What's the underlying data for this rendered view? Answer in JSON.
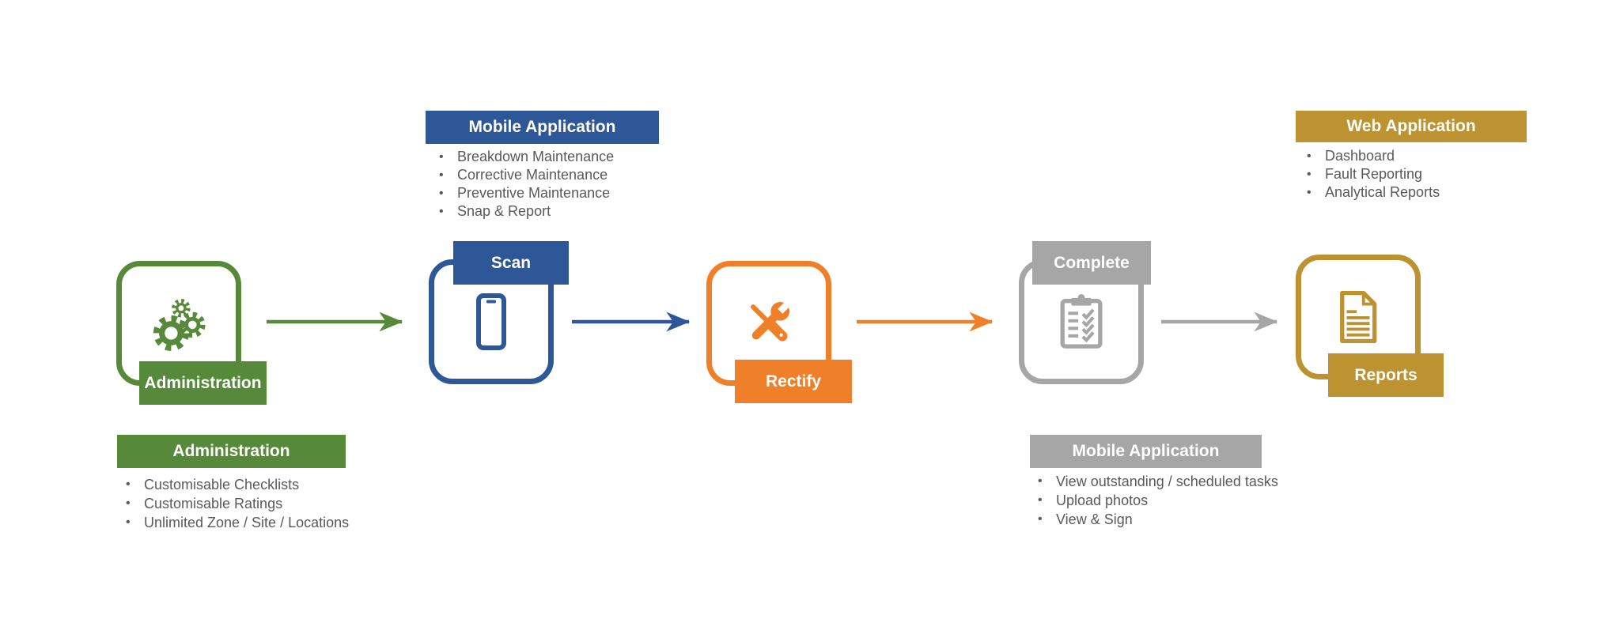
{
  "colors": {
    "green": "#568a3a",
    "blue": "#2e5797",
    "orange": "#ef8029",
    "gray": "#a6a6a6",
    "gold": "#bd9230",
    "text_gray": "#595959",
    "white": "#ffffff"
  },
  "stages": [
    {
      "id": "administration",
      "label": "Administration",
      "color": "#568a3a",
      "icon": "gears-icon",
      "label_position": "bottom"
    },
    {
      "id": "scan",
      "label": "Scan",
      "color": "#2e5797",
      "icon": "smartphone-icon",
      "label_position": "top"
    },
    {
      "id": "rectify",
      "label": "Rectify",
      "color": "#ef8029",
      "icon": "tools-icon",
      "label_position": "bottom"
    },
    {
      "id": "complete",
      "label": "Complete",
      "color": "#a6a6a6",
      "icon": "checklist-clipboard-icon",
      "label_position": "top"
    },
    {
      "id": "reports",
      "label": "Reports",
      "color": "#bd9230",
      "icon": "document-icon",
      "label_position": "bottom"
    }
  ],
  "arrows": [
    {
      "id": "administration-to-scan",
      "color": "#568a3a"
    },
    {
      "id": "scan-to-rectify",
      "color": "#2e5797"
    },
    {
      "id": "rectify-to-complete",
      "color": "#ef8029"
    },
    {
      "id": "complete-to-reports",
      "color": "#a6a6a6"
    }
  ],
  "callouts": [
    {
      "id": "mobile-application-top",
      "title": "Mobile Application",
      "color": "#2e5797",
      "items": [
        "Breakdown Maintenance",
        "Corrective Maintenance",
        "Preventive Maintenance",
        "Snap & Report"
      ]
    },
    {
      "id": "web-application",
      "title": "Web Application",
      "color": "#bd9230",
      "items": [
        "Dashboard",
        "Fault Reporting",
        "Analytical Reports"
      ]
    },
    {
      "id": "administration-features",
      "title": "Administration",
      "color": "#568a3a",
      "items": [
        "Customisable Checklists",
        "Customisable Ratings",
        "Unlimited Zone / Site / Locations"
      ]
    },
    {
      "id": "mobile-application-bottom",
      "title": "Mobile Application",
      "color": "#a6a6a6",
      "items": [
        "View outstanding / scheduled tasks",
        "Upload photos",
        "View & Sign"
      ]
    }
  ]
}
